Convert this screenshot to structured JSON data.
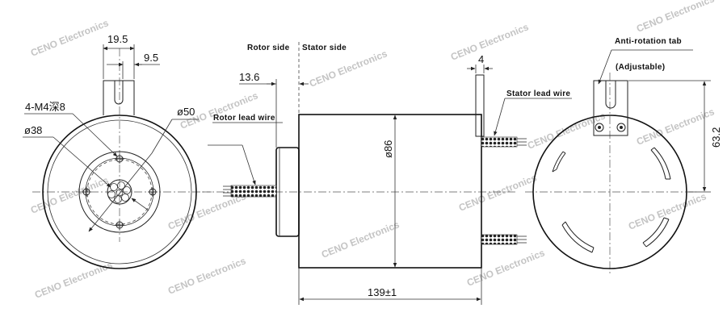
{
  "watermark": "CENO Electronics",
  "left_view": {
    "dim_tab_width": "19.5",
    "dim_slot_offset": "9.5",
    "label_holes": "4-M4深8",
    "dim_inner_diameter": "ø38",
    "dim_bolt_circle": "ø50"
  },
  "side_view": {
    "rotor_side": "Rotor side",
    "stator_side": "Stator side",
    "dim_rotor_protrusion": "13.6",
    "rotor_lead_wire": "Rotor lead wire",
    "dim_body_diameter": "ø86",
    "dim_length": "139±1",
    "dim_tab_thickness": "4",
    "stator_lead_wire": "Stator lead wire"
  },
  "right_view": {
    "anti_rotation_tab": "Anti-rotation tab",
    "adjustable": "(Adjustable)",
    "dim_tab_height": "63.2"
  }
}
